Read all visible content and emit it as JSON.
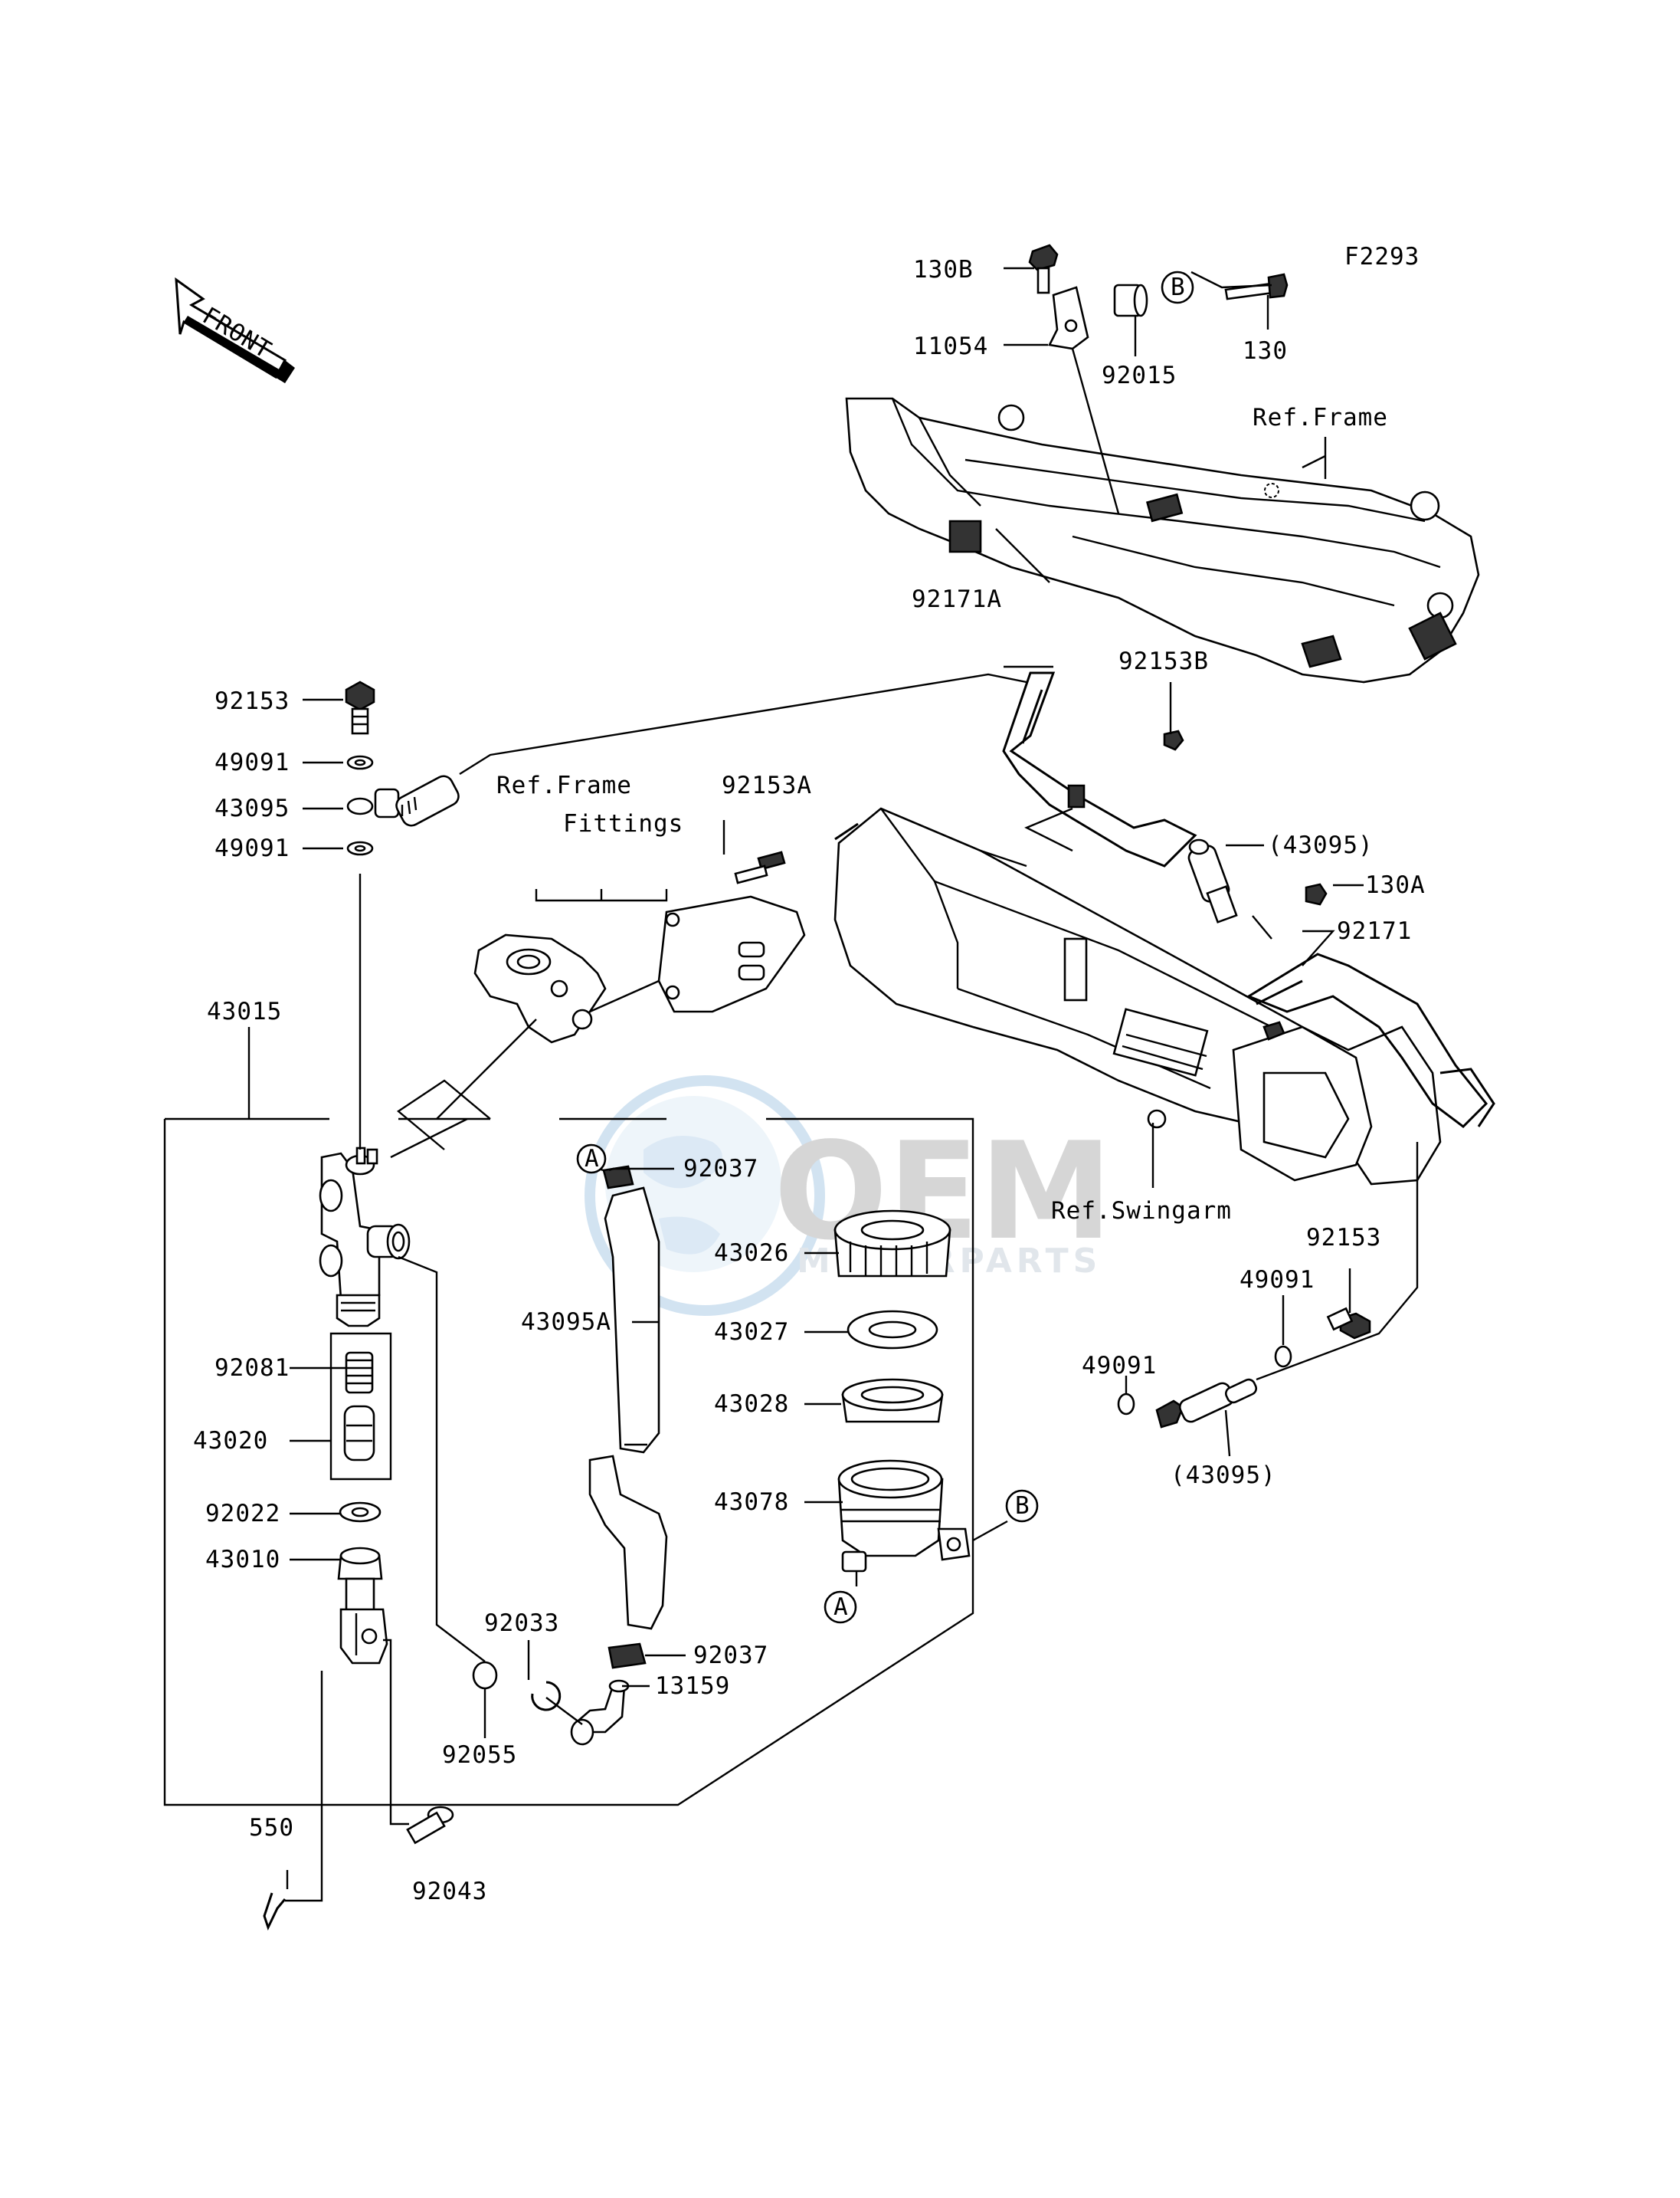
{
  "figure_code": "F2293",
  "front_indicator": "FRONT",
  "ref_labels": {
    "frame_top": "Ref.Frame",
    "frame_fittings_line1": "Ref.Frame",
    "frame_fittings_line2": "Fittings",
    "swingarm": "Ref.Swingarm"
  },
  "callouts": {
    "a_top": "A",
    "a_bottom": "A",
    "b_top": "B",
    "b_right": "B"
  },
  "parts": {
    "p130B": "130B",
    "p11054": "11054",
    "p92015": "92015",
    "p130": "130",
    "p92171A": "92171A",
    "p92153B": "92153B",
    "p43095_paren_top": "(43095)",
    "p130A": "130A",
    "p92171": "92171",
    "p92153_top": "92153",
    "p49091_a": "49091",
    "p43095": "43095",
    "p49091_b": "49091",
    "p92153A": "92153A",
    "p43015": "43015",
    "p92037_top": "92037",
    "p43026": "43026",
    "p43027": "43027",
    "p43095A": "43095A",
    "p43028": "43028",
    "p43078": "43078",
    "p92081": "92081",
    "p43020": "43020",
    "p92022": "92022",
    "p43010": "43010",
    "p92033": "92033",
    "p92037_bot": "92037",
    "p13159": "13159",
    "p92055": "92055",
    "p550": "550",
    "p92043": "92043",
    "p92153_right": "92153",
    "p49091_r1": "49091",
    "p49091_r2": "49091",
    "p43095_paren_bot": "(43095)"
  },
  "watermark": {
    "brand": "OEM",
    "sub": "MOTORPARTS"
  }
}
